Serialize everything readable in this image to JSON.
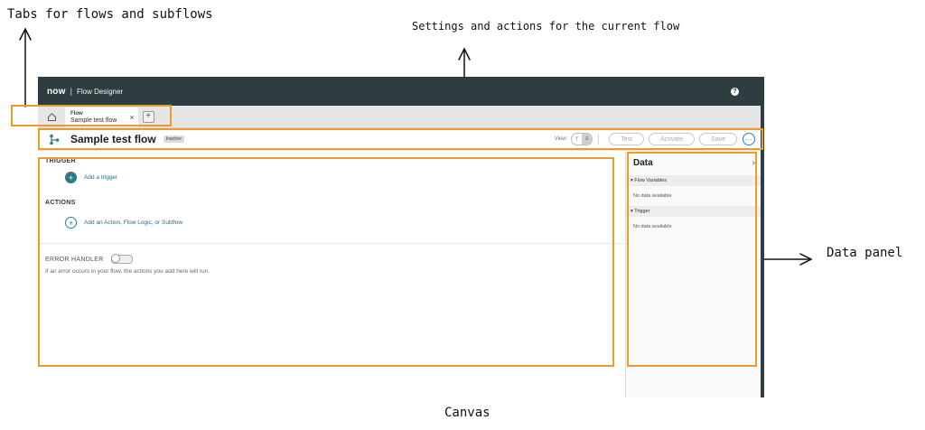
{
  "annotations": {
    "tabs": "Tabs for flows and subflows",
    "settings": "Settings and actions for the current flow",
    "data_panel": "Data panel",
    "canvas": "Canvas"
  },
  "app": {
    "logo": "now",
    "title": "Flow Designer",
    "help_icon": "help-icon"
  },
  "tabs": {
    "home_icon": "home-icon",
    "items": [
      {
        "type": "Flow",
        "name": "Sample test flow",
        "close": "×"
      }
    ],
    "add": "+"
  },
  "flowbar": {
    "icon": "flow-branch-icon",
    "title": "Sample test flow",
    "status": "Inactive",
    "view_label": "View:",
    "buttons": {
      "test": "Test",
      "activate": "Activate",
      "save": "Save",
      "more": "···"
    }
  },
  "canvas": {
    "trigger_label": "TRIGGER",
    "add_trigger": "Add a trigger",
    "actions_label": "ACTIONS",
    "add_action": "Add an Action, Flow Logic, or Subflow",
    "error_handler_label": "ERROR HANDLER",
    "error_handler_desc": "If an error occurs in your flow, the actions you add here will run."
  },
  "data_panel": {
    "title": "Data",
    "sections": [
      {
        "label": "Flow Variables",
        "empty": "No data available"
      },
      {
        "label": "Trigger",
        "empty": "No data available"
      }
    ]
  },
  "colors": {
    "topbar": "#2e3d3f",
    "highlight": "#f09a2c",
    "accent": "#2a7c86"
  }
}
